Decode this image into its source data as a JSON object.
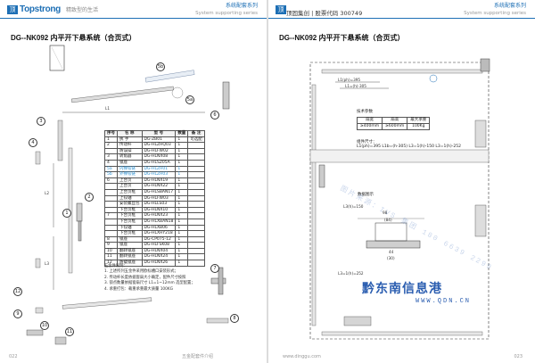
{
  "left": {
    "brand": "Topstrong",
    "brand_mark": "顶固",
    "slogan": "精致型的生活",
    "series_cn": "系统配套系列",
    "series_en": "System supporting series",
    "title": "DG--NK092 内平开下悬系统（合页式）",
    "page_no": "022",
    "footer_text": "五金配套件介绍",
    "table": {
      "headers": [
        "序号",
        "名 称",
        "型 号",
        "数量",
        "备 注"
      ],
      "rows": [
        {
          "no": "1",
          "name": "执 手",
          "model": "DG-ZB01",
          "qty": "1",
          "note": "可选配",
          "hl": false
        },
        {
          "no": "2",
          "name": "传动杆",
          "model": "DG-HLZHQ03",
          "qty": "1",
          "note": "",
          "hl": false
        },
        {
          "no": "",
          "name": "防误操",
          "model": "DG-HLFW02",
          "qty": "1",
          "note": "",
          "hl": false
        },
        {
          "no": "3",
          "name": "转角器",
          "model": "DG-HLNX08",
          "qty": "1",
          "note": "",
          "hl": false
        },
        {
          "no": "4",
          "name": "锁座",
          "model": "DG-HLSZ05A",
          "qty": "1",
          "note": "",
          "hl": false
        },
        {
          "no": "5a",
          "name": "内撑铰链",
          "model": "DG-HLZH01",
          "qty": "1",
          "note": "",
          "hl": true
        },
        {
          "no": "5b",
          "name": "外撑铰链",
          "model": "DG-HLZH03",
          "qty": "1",
          "note": "",
          "hl": true
        },
        {
          "no": "6",
          "name": "上合页",
          "model": "DG-HLNX19",
          "qty": "1",
          "note": "",
          "hl": false
        },
        {
          "no": "",
          "name": "上合页",
          "model": "DG-HLNX22",
          "qty": "1",
          "note": "",
          "hl": false
        },
        {
          "no": "",
          "name": "上合页框",
          "model": "DG-HLSBAN17",
          "qty": "1",
          "note": "",
          "hl": false
        },
        {
          "no": "",
          "name": "上铰轴",
          "model": "DG-HLFW03",
          "qty": "1",
          "note": "",
          "hl": false
        },
        {
          "no": "",
          "name": "安装螺丝包",
          "model": "DG-HLLS03",
          "qty": "1",
          "note": "",
          "hl": false
        },
        {
          "no": "",
          "name": "下合页框",
          "model": "DG-HLNX10",
          "qty": "1",
          "note": "",
          "hl": false
        },
        {
          "no": "7",
          "name": "下合页框",
          "model": "DG-HLNX23",
          "qty": "1",
          "note": "",
          "hl": false
        },
        {
          "no": "",
          "name": "下合页框",
          "model": "DG-HLXBAN18",
          "qty": "1",
          "note": "",
          "hl": false
        },
        {
          "no": "",
          "name": "下铰轴",
          "model": "DG-HLXB06",
          "qty": "1",
          "note": "",
          "hl": false
        },
        {
          "no": "",
          "name": "下合页框",
          "model": "DG-HLXHY218",
          "qty": "1",
          "note": "",
          "hl": false
        },
        {
          "no": "8",
          "name": "锁座",
          "model": "DG-CP075-12",
          "qty": "1",
          "note": "",
          "hl": false
        },
        {
          "no": "9",
          "name": "锁座",
          "model": "DG-HLFSK08",
          "qty": "1",
          "note": "",
          "hl": false
        },
        {
          "no": "10",
          "name": "翻转锁座",
          "model": "DG-HLNX04",
          "qty": "1",
          "note": "",
          "hl": false
        },
        {
          "no": "11",
          "name": "翻转锁座",
          "model": "DG-HLNX24",
          "qty": "1",
          "note": "",
          "hl": false
        },
        {
          "no": "12",
          "name": "防撬锁座",
          "model": "DG-HLNX26",
          "qty": "1",
          "note": "",
          "hl": false
        }
      ]
    },
    "notes": [
      "五金件说明：",
      "1. 上述所列五金件采用欧标槽口安装形式；",
      "2. 传动杆长度依据窗扇大小确定，配件尺寸按照",
      "3. 锁点数量依据窗扇尺寸 L1=1~12mm 选型配置；",
      "4. 承重打包：载重承重最大质量 100KG"
    ],
    "callouts": [
      "5b",
      "5a",
      "6",
      "3",
      "4",
      "1",
      "2",
      "7",
      "12",
      "9",
      "10",
      "11",
      "8"
    ],
    "dim_labels": [
      "L1",
      "L2",
      "L3"
    ]
  },
  "right": {
    "brand_mark": "顶固",
    "stock": "顶固集创 | 股票代码 300749",
    "series_cn": "系统配套系列",
    "series_en": "System supporting series",
    "title": "DG--NK092 内平开下悬系统（合页式）",
    "page_no": "023",
    "footer_url": "www.dinggu.com",
    "spec": {
      "heading": "技术参数",
      "headers": [
        "扇宽",
        "扇高",
        "最大承重"
      ],
      "rows": [
        [
          "≥400mm",
          "≥600mm",
          "100Kg"
        ]
      ]
    },
    "formula_title": "组件尺寸：",
    "formula": "L1(ph)=395  L1b=(h-305)  L3=1(h)-150  L3=1(h)-252",
    "dims": [
      "L1(ph)=395",
      "L1=(h)-305",
      "L3(h)=150",
      "L3=1(h)=252",
      "98",
      "(84)",
      "44",
      "(30)",
      "数据图示"
    ],
    "watermark": "黔东南信息港",
    "watermark_url": "WWW.QDN.CN",
    "watermark_bg": "图片来源：IVS 集团   180 6639 2299"
  }
}
